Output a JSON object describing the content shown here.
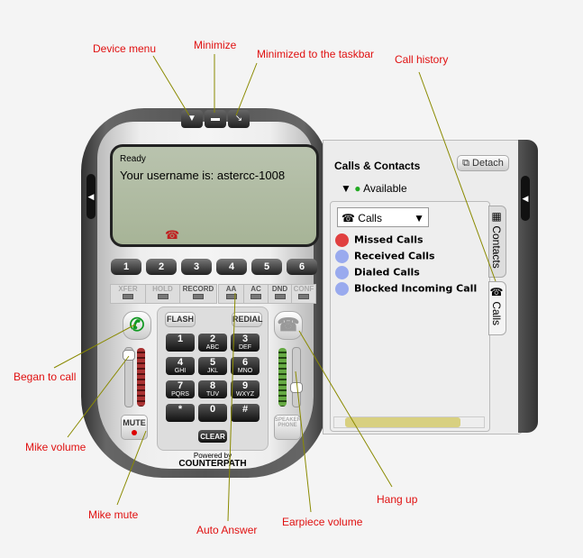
{
  "annotations": {
    "device_menu": "Device menu",
    "minimize": "Minimize",
    "minimized_taskbar": "Minimized to the taskbar",
    "call_history": "Call history",
    "began_to_call": "Began to call",
    "mike_volume": "Mike volume",
    "mike_mute": "Mike mute",
    "auto_answer": "Auto Answer",
    "earpiece_volume": "Earpiece volume",
    "hang_up": "Hang up"
  },
  "screen": {
    "status": "Ready",
    "message": "Your username is: astercc-1008"
  },
  "speed_dial": [
    "1",
    "2",
    "3",
    "4",
    "5",
    "6"
  ],
  "features": [
    {
      "label": "XFER",
      "enabled": false
    },
    {
      "label": "HOLD",
      "enabled": false
    },
    {
      "label": "RECORD",
      "enabled": true
    },
    {
      "label": "AA",
      "enabled": true
    },
    {
      "label": "AC",
      "enabled": true
    },
    {
      "label": "DND",
      "enabled": true
    },
    {
      "label": "CONF",
      "enabled": false
    }
  ],
  "buttons": {
    "flash": "FLASH",
    "redial": "REDIAL",
    "mute": "MUTE",
    "speaker": "SPEAKER PHONE",
    "clear": "CLEAR"
  },
  "keys": [
    {
      "d": "1",
      "l": ""
    },
    {
      "d": "2",
      "l": "ABC"
    },
    {
      "d": "3",
      "l": "DEF"
    },
    {
      "d": "4",
      "l": "GHI"
    },
    {
      "d": "5",
      "l": "JKL"
    },
    {
      "d": "6",
      "l": "MNO"
    },
    {
      "d": "7",
      "l": "PQRS"
    },
    {
      "d": "8",
      "l": "TUV"
    },
    {
      "d": "9",
      "l": "WXYZ"
    },
    {
      "d": "*",
      "l": ""
    },
    {
      "d": "0",
      "l": ""
    },
    {
      "d": "#",
      "l": ""
    }
  ],
  "branding": {
    "powered": "Powered by",
    "brand": "COUNTERPATH"
  },
  "panel": {
    "title": "Calls & Contacts",
    "detach": "Detach",
    "presence": "Available",
    "dropdown": "Calls",
    "items": [
      {
        "label": "Missed Calls",
        "color": "#e04040"
      },
      {
        "label": "Received Calls",
        "color": "#99aaee"
      },
      {
        "label": "Dialed Calls",
        "color": "#99aaee"
      },
      {
        "label": "Blocked Incoming Call",
        "color": "#99aaee"
      }
    ],
    "tabs": [
      "Contacts",
      "Calls"
    ]
  }
}
